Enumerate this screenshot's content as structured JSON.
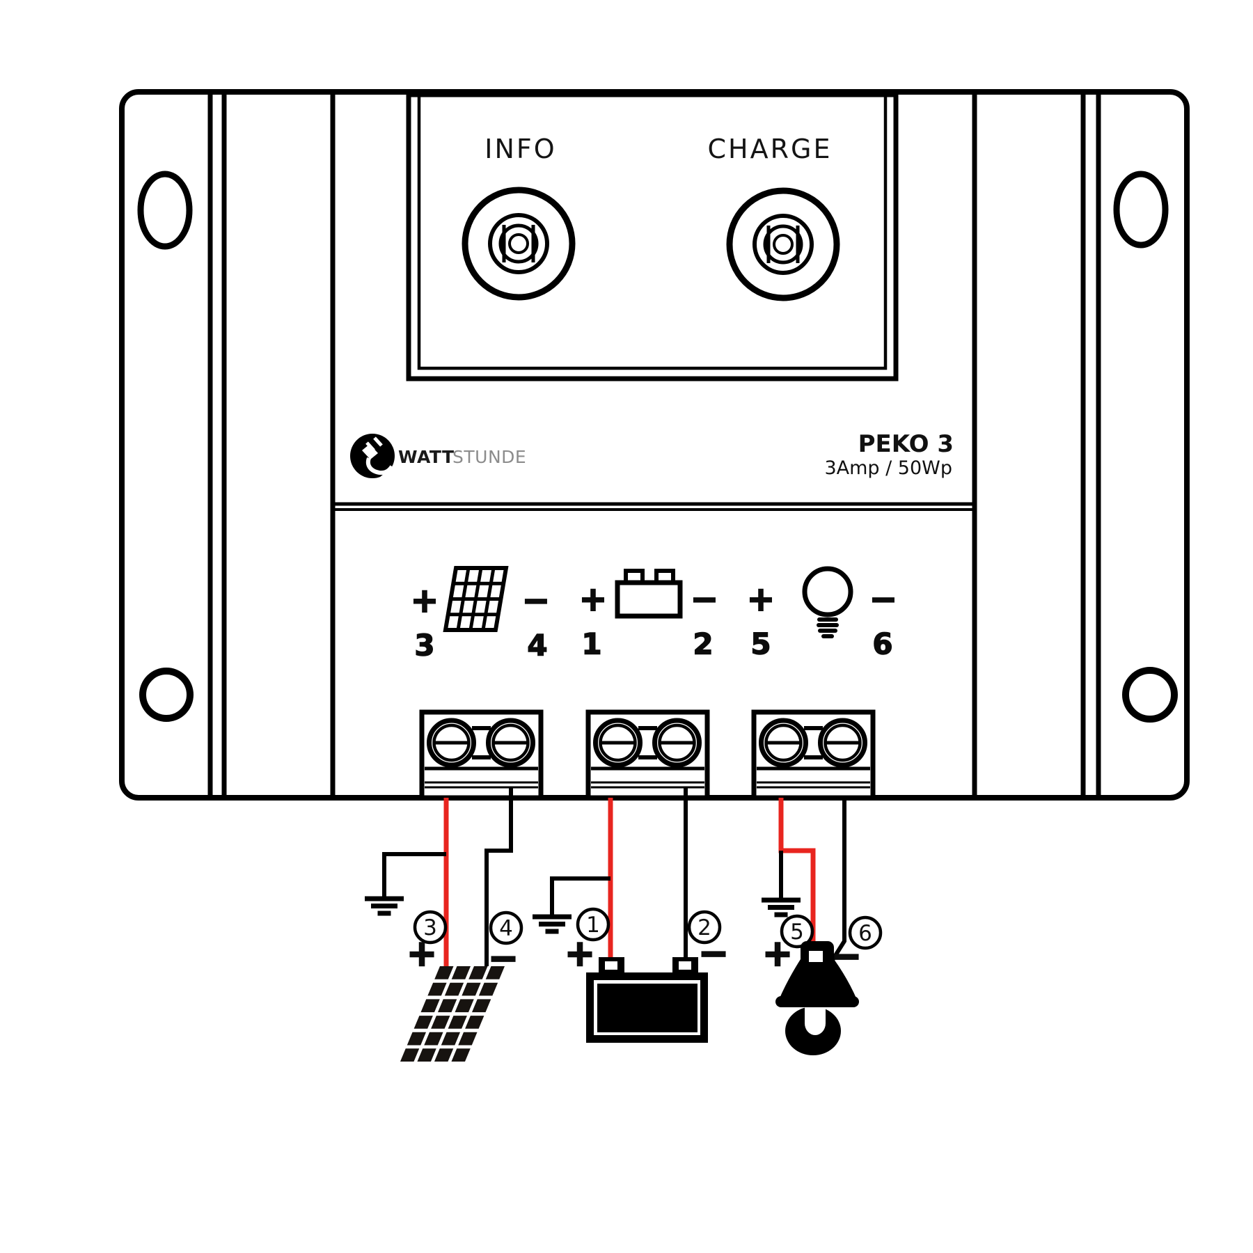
{
  "indicator_panel": {
    "info_label": "INFO",
    "charge_label": "CHARGE"
  },
  "brand": {
    "logo_text_bold": "WATT",
    "logo_text_light": "STUNDE",
    "model": "PEKO 3",
    "rating": "3Amp / 50Wp"
  },
  "terminal_legend": {
    "solar": {
      "plus_sign": "+",
      "minus_sign": "−",
      "plus_terminal": "3",
      "minus_terminal": "4"
    },
    "battery": {
      "plus_sign": "+",
      "minus_sign": "−",
      "plus_terminal": "1",
      "minus_terminal": "2"
    },
    "load": {
      "plus_sign": "+",
      "minus_sign": "−",
      "plus_terminal": "5",
      "minus_terminal": "6"
    }
  },
  "wiring_labels": {
    "solar": {
      "plus_terminal": "3",
      "minus_terminal": "4",
      "plus_sign": "+",
      "minus_sign": "−"
    },
    "battery": {
      "plus_terminal": "1",
      "minus_terminal": "2",
      "plus_sign": "+",
      "minus_sign": "−"
    },
    "load": {
      "plus_terminal": "5",
      "minus_terminal": "6",
      "plus_sign": "+",
      "minus_sign": "−"
    }
  },
  "colors": {
    "outline": "#000000",
    "positive_wire": "#e8251f",
    "negative_wire": "#000000",
    "logo_light_gray": "#8c8c8c"
  }
}
